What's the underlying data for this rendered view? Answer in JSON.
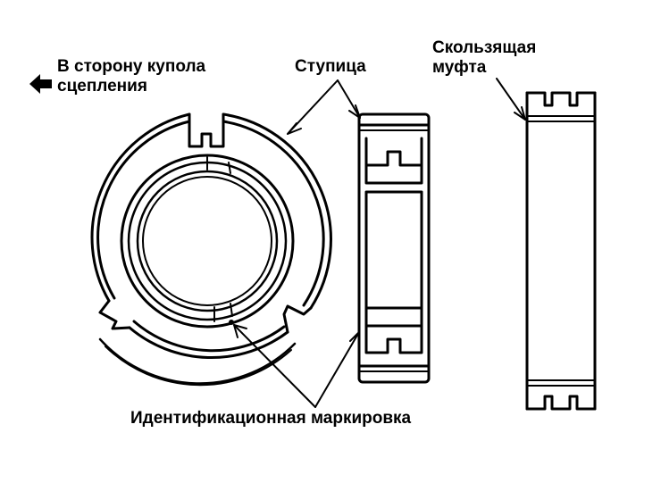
{
  "labels": {
    "direction_line1": "В сторону купола",
    "direction_line2": "сцепления",
    "hub": "Ступица",
    "sleeve_line1": "Скользящая",
    "sleeve_line2": "муфта",
    "identification_mark": "Идентификационная маркировка"
  },
  "icons": {
    "direction": "arrow-left-icon"
  },
  "colors": {
    "ink": "#000000",
    "paper": "#ffffff"
  }
}
